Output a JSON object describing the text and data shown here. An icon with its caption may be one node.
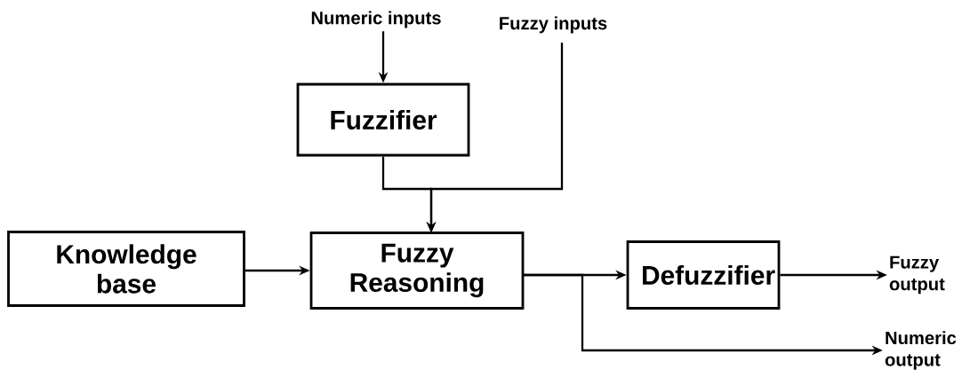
{
  "diagram": {
    "nodes": [
      {
        "text": [
          "Numeric inputs"
        ]
      },
      {
        "text": [
          "Fuzzy inputs"
        ]
      },
      {
        "text": [
          "Fuzzifier"
        ]
      },
      {
        "text": [
          "Knowledge base"
        ]
      },
      {
        "text": [
          "Fuzzy Reasoning"
        ]
      },
      {
        "text": [
          "Defuzzifier"
        ]
      },
      {
        "text": [
          "Fuzzy output"
        ]
      },
      {
        "text": [
          "Numeric output"
        ]
      }
    ],
    "edges": [
      {
        "from": 0,
        "to": 2,
        "arrow": "to"
      },
      {
        "from": 2,
        "to": 4,
        "arrow": "to"
      },
      {
        "from": 1,
        "to": 4,
        "arrow": "to"
      },
      {
        "from": 3,
        "to": 4,
        "arrow": "to"
      },
      {
        "from": 4,
        "to": 5,
        "arrow": "to"
      },
      {
        "from": 4,
        "to": 7,
        "arrow": "to"
      },
      {
        "from": 5,
        "to": 6,
        "arrow": "to"
      }
    ]
  }
}
